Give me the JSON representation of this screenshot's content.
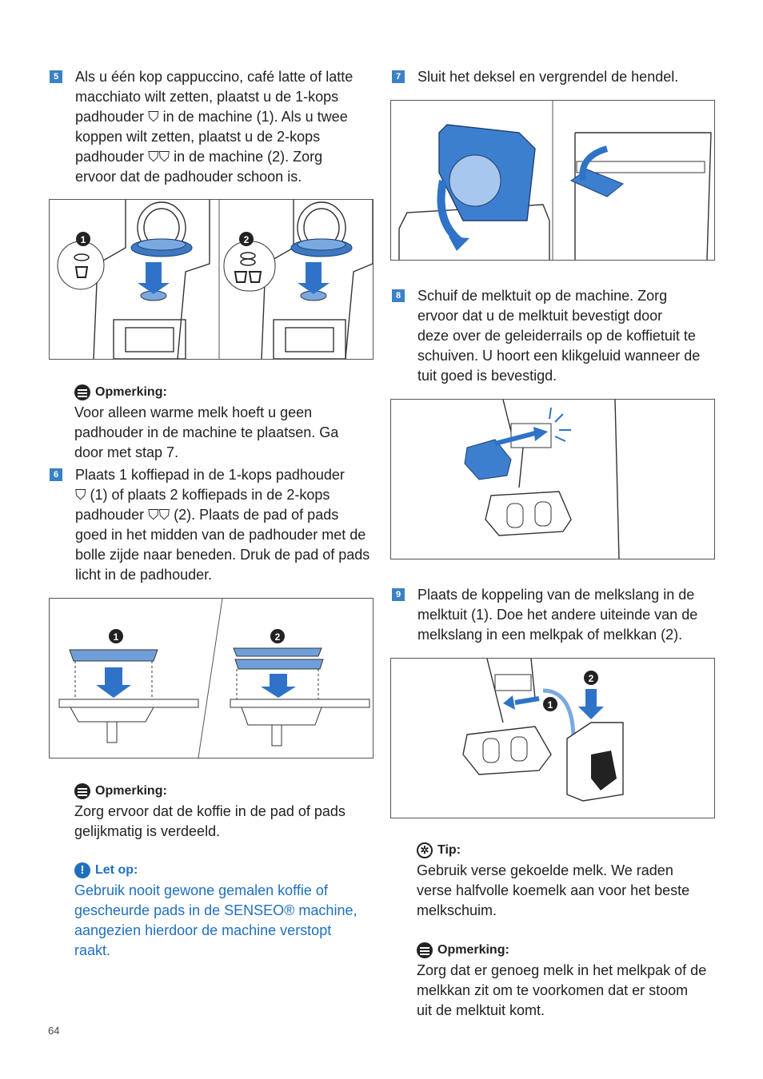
{
  "colors": {
    "accent": "#3a82c4",
    "warning": "#1f6fc0"
  },
  "step5": {
    "number": "5",
    "text": "Als u één kop cappuccino, café latte of latte\nmacchiato wilt zetten, plaatst u de 1-kops\npadhouder ⛉ in de machine (1). Als u twee\nkoppen wilt zetten, plaatst u de 2-kops\npadhouder ⛉⛉ in de machine (2). Zorg\nervoor dat de padhouder schoon is."
  },
  "fig1": {
    "label1": "1",
    "label2": "2"
  },
  "note1": {
    "heading": "Opmerking:",
    "text": "Voor alleen warme melk hoeft u geen\npadhouder in de machine te plaatsen. Ga\ndoor met stap 7."
  },
  "step6": {
    "number": "6",
    "text": "Plaats 1 koffiepad in de 1-kops padhouder\n⛉ (1) of plaats 2 koffiepads in de 2-kops\npadhouder ⛉⛉ (2). Plaats de pad of pads\ngoed in het midden van de padhouder met de\nbolle zijde naar beneden. Druk de pad of pads\nlicht in de padhouder."
  },
  "fig2": {
    "label1": "1",
    "label2": "2"
  },
  "note2": {
    "heading": "Opmerking:",
    "text": "Zorg ervoor dat de koffie in de pad of pads\ngelijkmatig is verdeeld."
  },
  "caution": {
    "heading": "Let op:",
    "text": "Gebruik nooit gewone gemalen koffie of\ngescheurde pads in de SENSEO® machine,\naangezien hierdoor de machine verstopt\nraakt."
  },
  "step7": {
    "number": "7",
    "text": "Sluit het deksel en vergrendel de hendel."
  },
  "step8": {
    "number": "8",
    "text": "Schuif de melktuit op de machine. Zorg\nervoor dat u de melktuit bevestigt door\ndeze over de geleiderrails op de koffietuit te\nschuiven. U hoort een klikgeluid wanneer de\ntuit goed is bevestigd."
  },
  "step9": {
    "number": "9",
    "text": "Plaats de koppeling van de melkslang in de\nmelktuit (1). Doe het andere uiteinde van de\nmelkslang in een melkpak of melkkan (2)."
  },
  "fig5": {
    "label1": "1",
    "label2": "2"
  },
  "tip": {
    "heading": "Tip:",
    "text": "Gebruik verse gekoelde melk. We raden\nverse halfvolle koemelk aan voor het beste\nmelkschuim."
  },
  "note3": {
    "heading": "Opmerking:",
    "text": "Zorg dat er genoeg melk in het melkpak of de\nmelkkan zit om te voorkomen dat er stoom\nuit de melktuit komt."
  },
  "page_number": "64"
}
